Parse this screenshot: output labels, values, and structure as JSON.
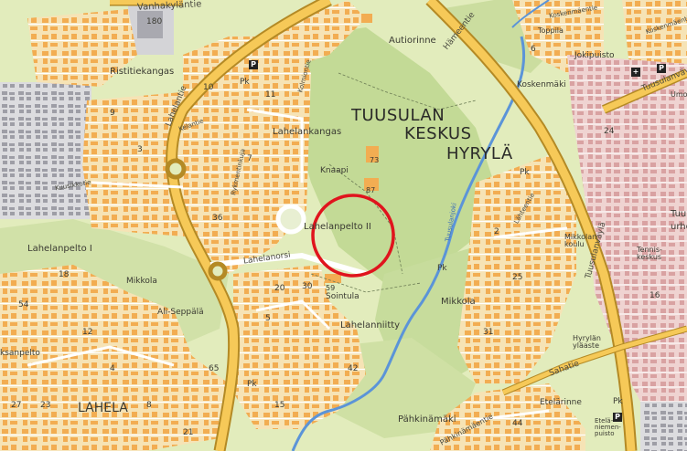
{
  "map": {
    "place_labels": {
      "ristitiekangas": "Ristitiekangas",
      "autiorinne": "Autiorinne",
      "lahelankangas": "Lahelankangas",
      "knaapi": "Knaapi",
      "lahelanpelto_ii": "Lahelanpelto II",
      "lahelanpelto_i": "Lahelanpelto I",
      "mikkola_west": "Mikkola",
      "ali_seppala": "Ali-Seppälä",
      "sointula": "Sointula",
      "lahelanniitty": "Lahelanniitty",
      "lahela": "LAHELA",
      "pahkinamaki": "Pähkinämäki",
      "mikkola_east": "Mikkola",
      "koskenmaki": "Koskenmäki",
      "jokipuisto": "Jokipuisto",
      "etelarinne": "Etelärinne",
      "tennis_keskus": "Tennis-keskus",
      "mikkolan_koulu": "Mikkolan koulu",
      "hyrylan_ylaaste": "Hyrylän yläaste",
      "toppila": "Toppila",
      "sanpelto_cut": "ksanpelto",
      "tuusula_cut": "Tuu",
      "urhe_cut": "urhe",
      "umo_cut": "Umo",
      "etela_puisto": "Etelä-niemen-puisto",
      "tuusulan_line1": "TUUSULAN",
      "tuusulan_line2": "KESKUS",
      "hyryla": "HYRYLÄ",
      "pk_1": "Pk",
      "pk_2": "Pk",
      "pk_3": "Pk",
      "pk_4": "Pk",
      "pk_5": "Pk"
    },
    "street_labels": {
      "vanhakylantie": "Vanhakyläntie",
      "lahelantie": "Lahelantie",
      "lahelanorsi": "Lahelanorsi",
      "hameentie": "Hämeentie",
      "tuusulanvayla_top": "Tuusulanväylä",
      "tuusulanvayla": "Tuusulanväylä",
      "sahatie": "Sahatie",
      "rykmentinkuja": "Rykmentinkuja",
      "kolmiontie": "Kolmiontie",
      "kuusikkotie": "Kuusikkotie",
      "kelantie": "Kelantie",
      "pahkinamaentie": "Pähkinämäentie",
      "koskenmaentie": "Koskenmäentie",
      "koskenmaentie_top": "Koskenmäentie",
      "lahteentie": "Lähteentie",
      "tuusulanjoki": "Tuusulanjoki"
    },
    "numbers": {
      "n_180": "180",
      "n_10_a": "10",
      "n_73": "73",
      "n_87": "87",
      "n_59": "59",
      "n_20": "20",
      "n_30": "30",
      "n_5_a": "5",
      "n_15": "15",
      "n_23": "23",
      "n_27": "27",
      "n_18": "18",
      "n_54": "54",
      "n_65": "65",
      "n_9": "9",
      "n_3": "3",
      "n_11": "11",
      "n_7": "7",
      "n_36": "36",
      "n_42": "42",
      "n_2": "2",
      "n_25": "25",
      "n_31": "31",
      "n_6": "6",
      "n_16": "16",
      "n_24": "24",
      "n_44": "44",
      "n_21": "21",
      "n_4": "4",
      "n_8": "8",
      "n_12": "12"
    },
    "poi_symbols": {
      "parking_1": "P",
      "parking_2": "P",
      "parking_3": "P",
      "church": "+"
    },
    "highlight": {
      "color": "#e0141d"
    },
    "colors": {
      "forest": "#c6dc9b",
      "open": "#e3edbd",
      "residential": "#f5e6bd",
      "building": "#f3b45c",
      "highway": "#f5c85a",
      "center": "#eecbcb",
      "water": "#5b94d8",
      "industrial": "#cfcfd1"
    }
  }
}
